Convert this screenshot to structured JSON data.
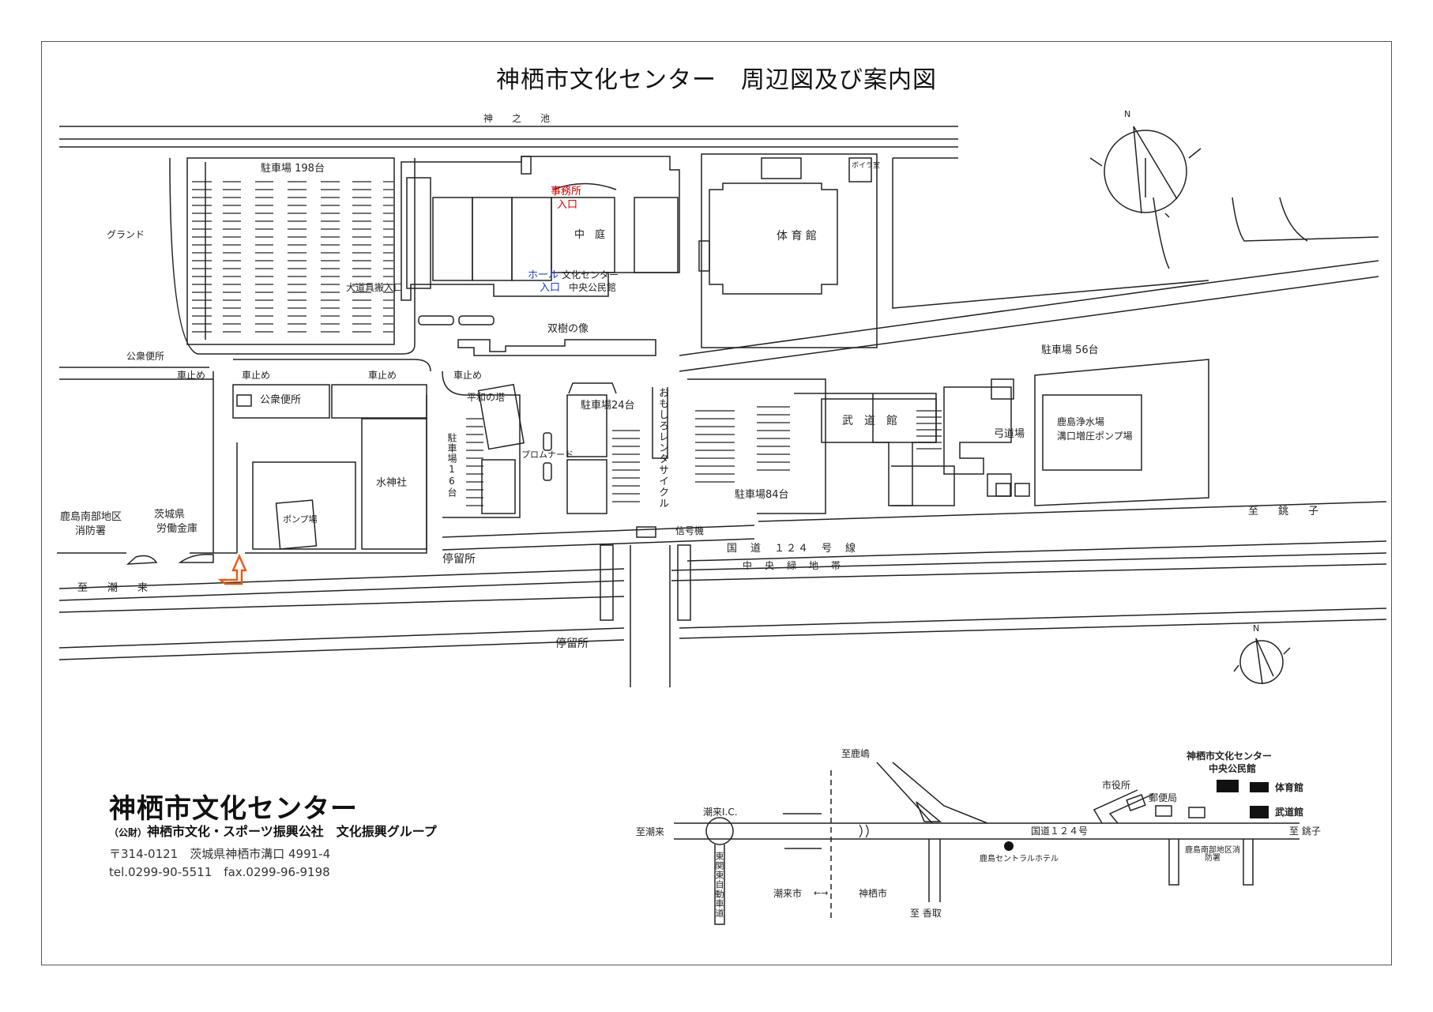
{
  "title": "神栖市文化センター　周辺図及び案内図",
  "colors": {
    "line": "#222222",
    "red_text": "#d40000",
    "blue_text": "#1b3fd1",
    "arrow": "#e85a12",
    "fill_dark": "#111111"
  },
  "compass": {
    "north": "N"
  },
  "labels": {
    "kamino_ike": "神　之　池",
    "ground": "グランド",
    "parking_198": "駐車場 198台",
    "public_toilet_west": "公衆便所",
    "public_toilet": "公衆便所",
    "shako1": "車止め",
    "shako2": "車止め",
    "shako3": "車止め",
    "shako4": "車止め",
    "office_entrance_1": "事務所",
    "office_entrance_2": "入口",
    "courtyard": "中　庭",
    "hall_entrance_1": "ホール",
    "hall_entrance_2": "入口",
    "cultural_center": "文化センター",
    "community_hall": "中央公民館",
    "main_entrance": "大道具搬入口",
    "twin_trees": "双樹の像",
    "gym": "体 育 館",
    "boiler": "ボイラ室",
    "peace_tower": "平和の塔",
    "parking_24": "駐車場24台",
    "parking_16": "駐車場16台",
    "promenade": "プロムナード",
    "rental_cycle": "おもしろレンタサイクル",
    "budokan": "武　道　館",
    "kyudojo": "弓道場",
    "parking_56": "駐車場 56台",
    "pump_station_1": "鹿島浄水場",
    "pump_station_2": "溝口増圧ポンプ場",
    "parking_84": "駐車場84台",
    "suijin": "水神社",
    "pump": "ポンプ場",
    "fire_dept_1": "鹿島南部地区",
    "fire_dept_2": "消防署",
    "labor_bank_1": "茨城県",
    "labor_bank_2": "労働金庫",
    "bus_stop_1": "停留所",
    "bus_stop_2": "停留所",
    "signal": "信号機",
    "route124": "国　道　１２４　号　線",
    "median": "中　央　緑　地　帯",
    "to_itako": "至　潮　来",
    "to_choshi": "至　銚　子"
  },
  "area_map": {
    "to_kashima": "至鹿嶋",
    "itako_ic": "潮来I.C.",
    "to_itako": "至潮来",
    "expressway": "東関東自動車道",
    "itako_city": "潮来市",
    "kamisu_city": "神栖市",
    "boundary_arrow": "←→",
    "to_katori": "至 香取",
    "route124": "国道１２４号",
    "hotel": "鹿島セントラルホテル",
    "city_hall": "市役所",
    "post_office": "郵便局",
    "fire_dept": "鹿島南部地区消防署",
    "center_1": "神栖市文化センター",
    "center_2": "中央公民館",
    "gym": "体育館",
    "budokan": "武道館",
    "to_choshi": "至 銚子"
  },
  "footer": {
    "title": "神栖市文化センター",
    "org_prefix": "（公財）",
    "org": "神栖市文化・スポーツ振興公社　文化振興グループ",
    "address": "〒314-0121　茨城県神栖市溝口 4991-4",
    "tel": "tel.0299-90-5511　fax.0299-96-9198"
  }
}
